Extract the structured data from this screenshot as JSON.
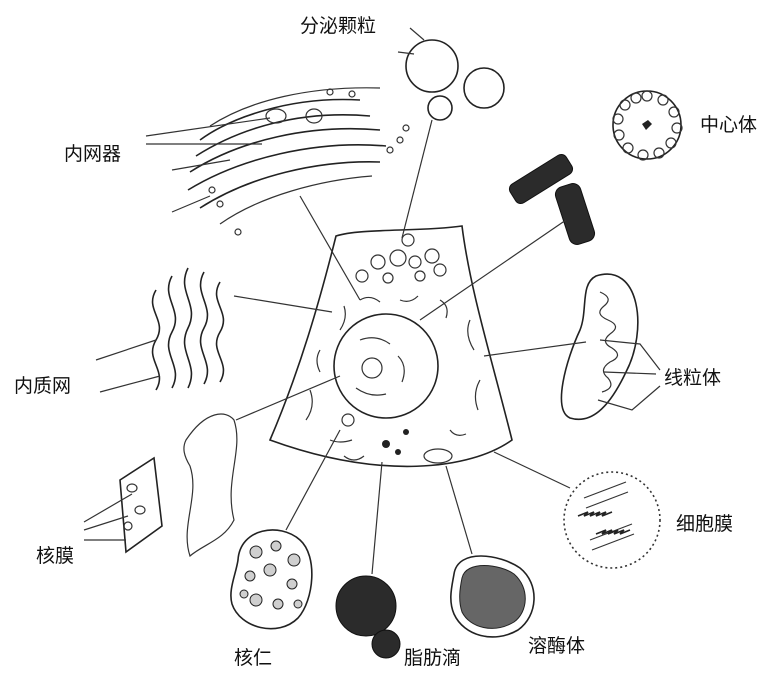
{
  "labels": {
    "secretory_granules": "分泌颗粒",
    "golgi": "内网器",
    "centrosome": "中心体",
    "er": "内质网",
    "mitochondria": "线粒体",
    "nuclear_membrane": "核膜",
    "cell_membrane": "细胞膜",
    "nucleolus": "核仁",
    "lipid_droplet": "脂肪滴",
    "lysosome": "溶酶体"
  },
  "colors": {
    "ink": "#222222",
    "granule": "#7a7a7a",
    "dark_fill": "#2b2b2b",
    "background": "#ffffff"
  }
}
